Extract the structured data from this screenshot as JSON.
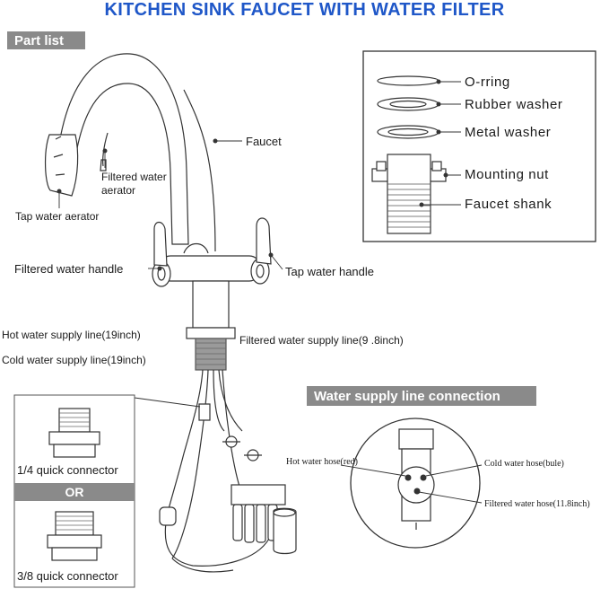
{
  "title": "KITCHEN SINK FAUCET WITH WATER FILTER",
  "part_list_header": "Part list",
  "faucet_labels": {
    "faucet": "Faucet",
    "filtered_water_aerator": "Filtered water aerator",
    "tap_water_aerator": "Tap water aerator",
    "filtered_water_handle": "Filtered water handle",
    "tap_water_handle": "Tap water handle",
    "hot_supply": "Hot water supply line(19inch)",
    "cold_supply": "Cold water supply line(19inch)",
    "filtered_supply": "Filtered water supply line(9 .8inch)"
  },
  "mount_parts": [
    "O-rring",
    "Rubber washer",
    "Metal washer",
    "Mounting nut",
    "Faucet shank"
  ],
  "connectors": {
    "quarter": "1/4 quick connector",
    "or": "OR",
    "three_eighths": "3/8 quick connector"
  },
  "supply_connection": {
    "header": "Water supply line connection",
    "hot_hose": "Hot water hose(red)",
    "cold_hose": "Cold water hose(bule)",
    "filtered_hose": "Filtered water hose(11.8inch)"
  },
  "colors": {
    "title": "#1f57c8",
    "header_bar": "#8a8a8a",
    "line": "#333333"
  }
}
